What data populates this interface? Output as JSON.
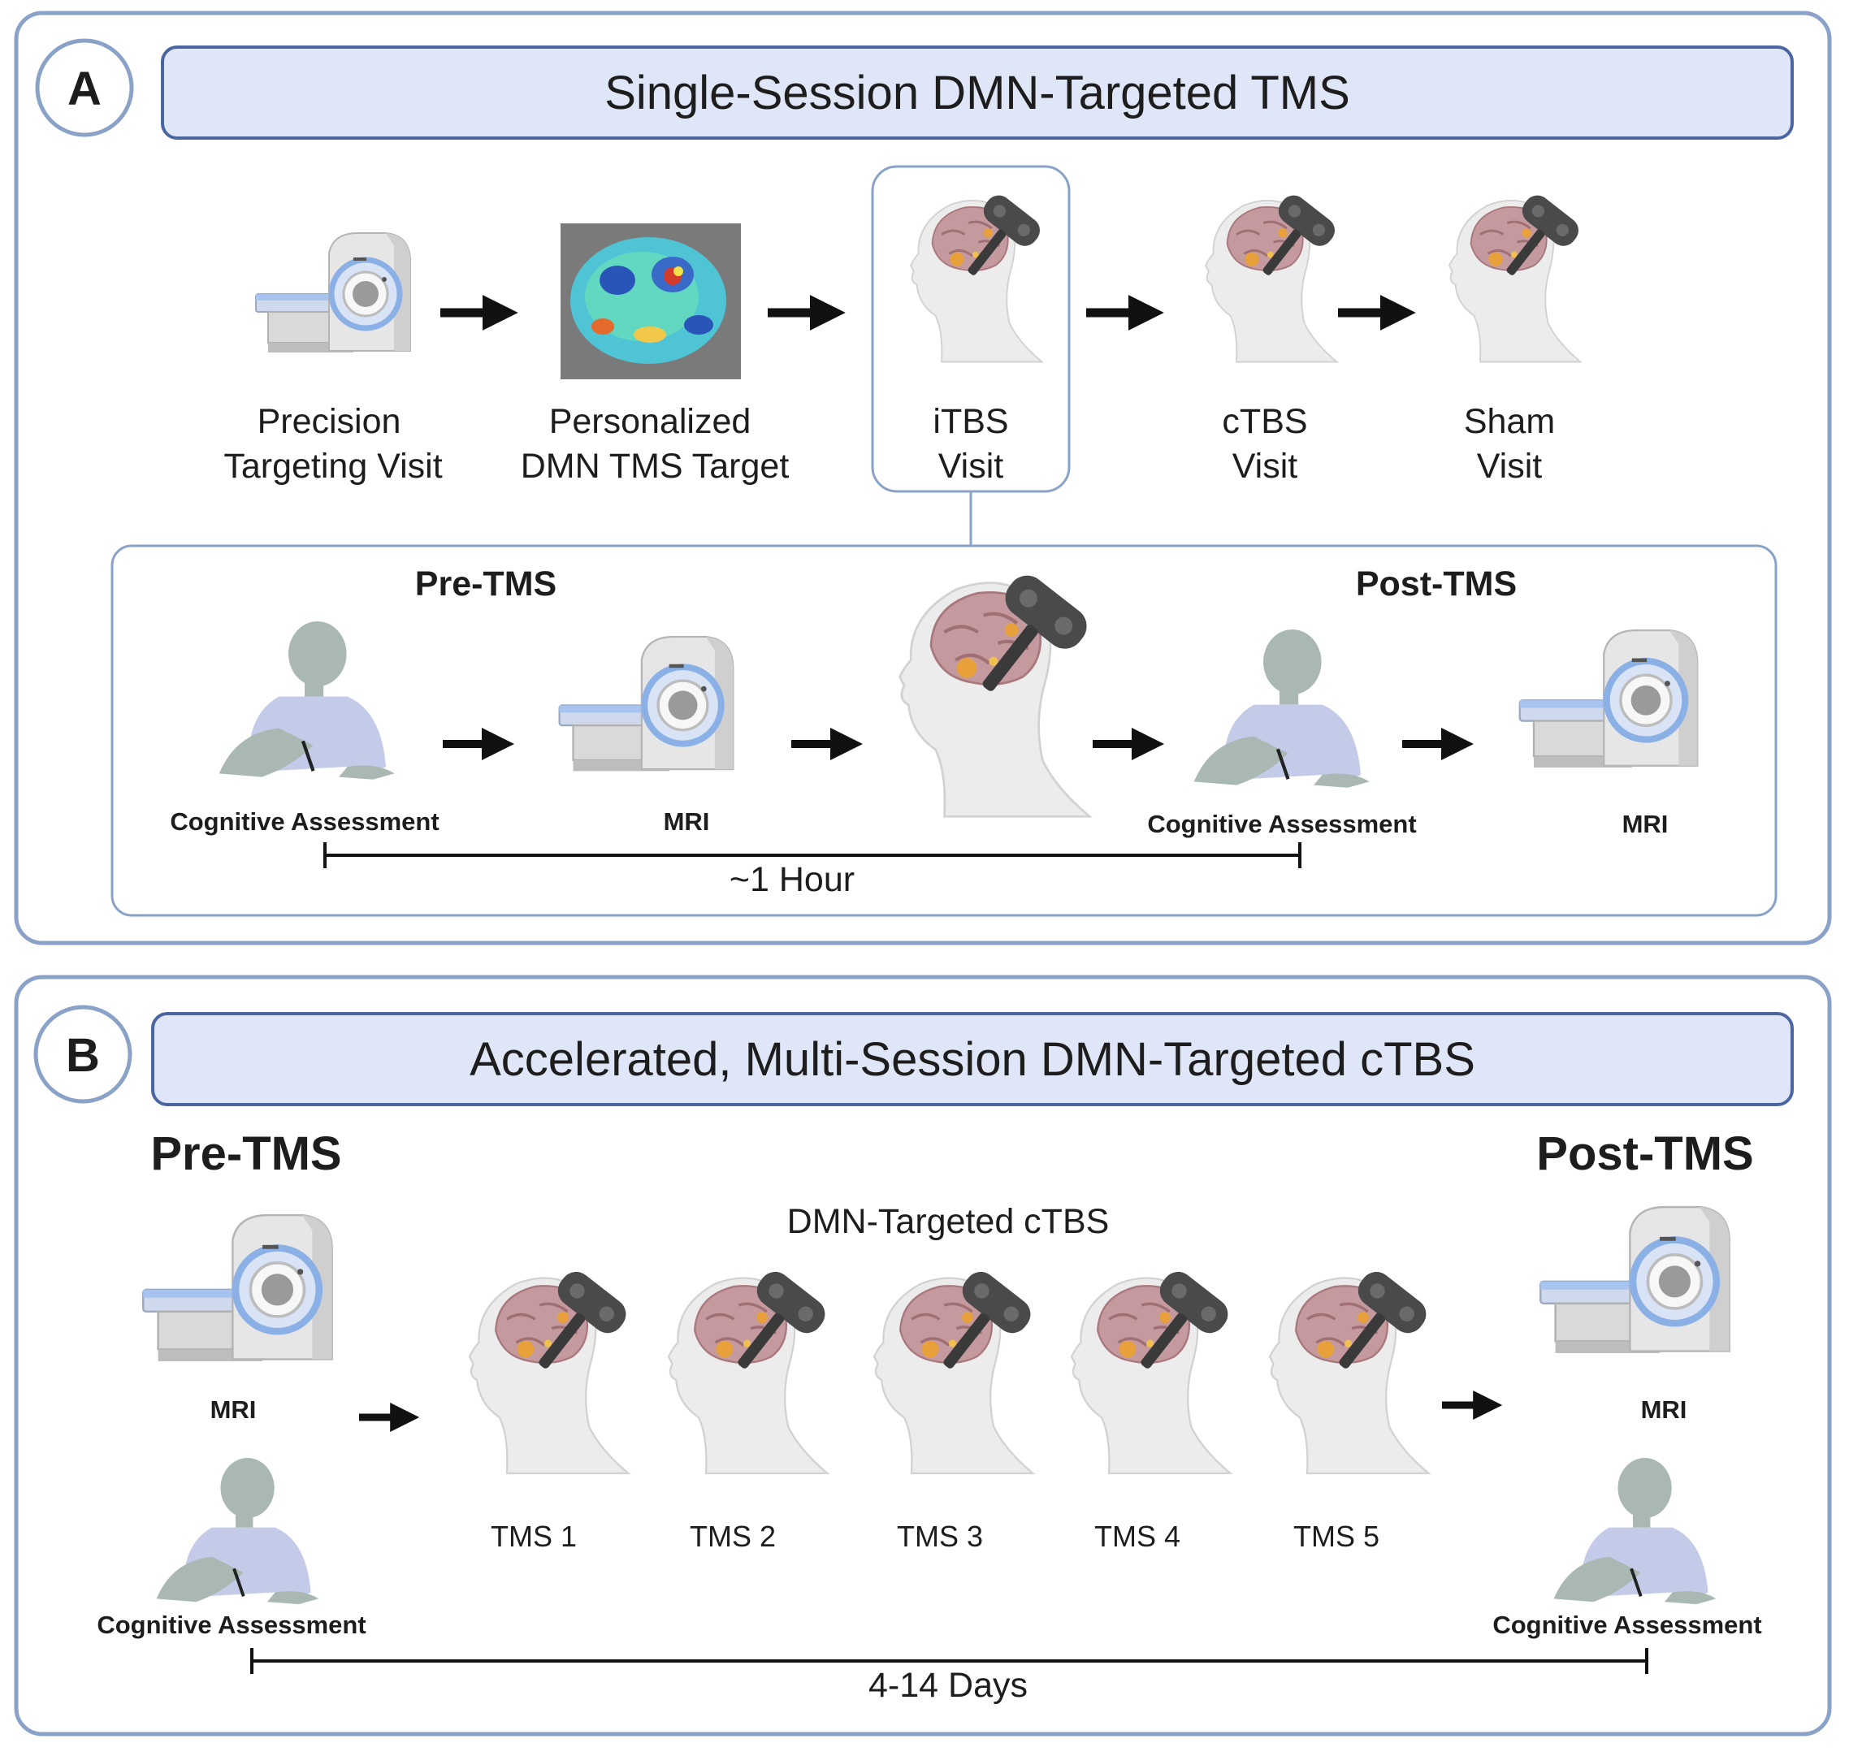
{
  "panel_a": {
    "letter": "A",
    "title": "Single-Session DMN-Targeted TMS",
    "steps": [
      {
        "line1": "Precision",
        "line2": "Targeting Visit"
      },
      {
        "line1": "Personalized",
        "line2": "DMN TMS Target"
      },
      {
        "line1": "iTBS",
        "line2": "Visit"
      },
      {
        "line1": "cTBS",
        "line2": "Visit"
      },
      {
        "line1": "Sham",
        "line2": "Visit"
      }
    ],
    "detail": {
      "pre_label": "Pre-TMS",
      "post_label": "Post-TMS",
      "items": [
        "Cognitive Assessment",
        "MRI",
        "Cognitive Assessment",
        "MRI"
      ],
      "duration": "~1 Hour"
    }
  },
  "panel_b": {
    "letter": "B",
    "title": "Accelerated, Multi-Session DMN-Targeted cTBS",
    "pre_label": "Pre-TMS",
    "post_label": "Post-TMS",
    "middle_title": "DMN-Targeted cTBS",
    "pre_items": [
      "MRI",
      "Cognitive Assessment"
    ],
    "post_items": [
      "MRI",
      "Cognitive Assessment"
    ],
    "sessions": [
      "TMS 1",
      "TMS 2",
      "TMS 3",
      "TMS 4",
      "TMS 5"
    ],
    "duration": "4-14 Days"
  },
  "colors": {
    "frame": "#8aa2c8",
    "title_fill": "#dfe6f7",
    "brain": "#c49a9e",
    "coil": "#4a4a4a",
    "person": "#a9b8b2",
    "shirt": "#c3cbe8",
    "scanner_blue": "#8ab0e6"
  }
}
